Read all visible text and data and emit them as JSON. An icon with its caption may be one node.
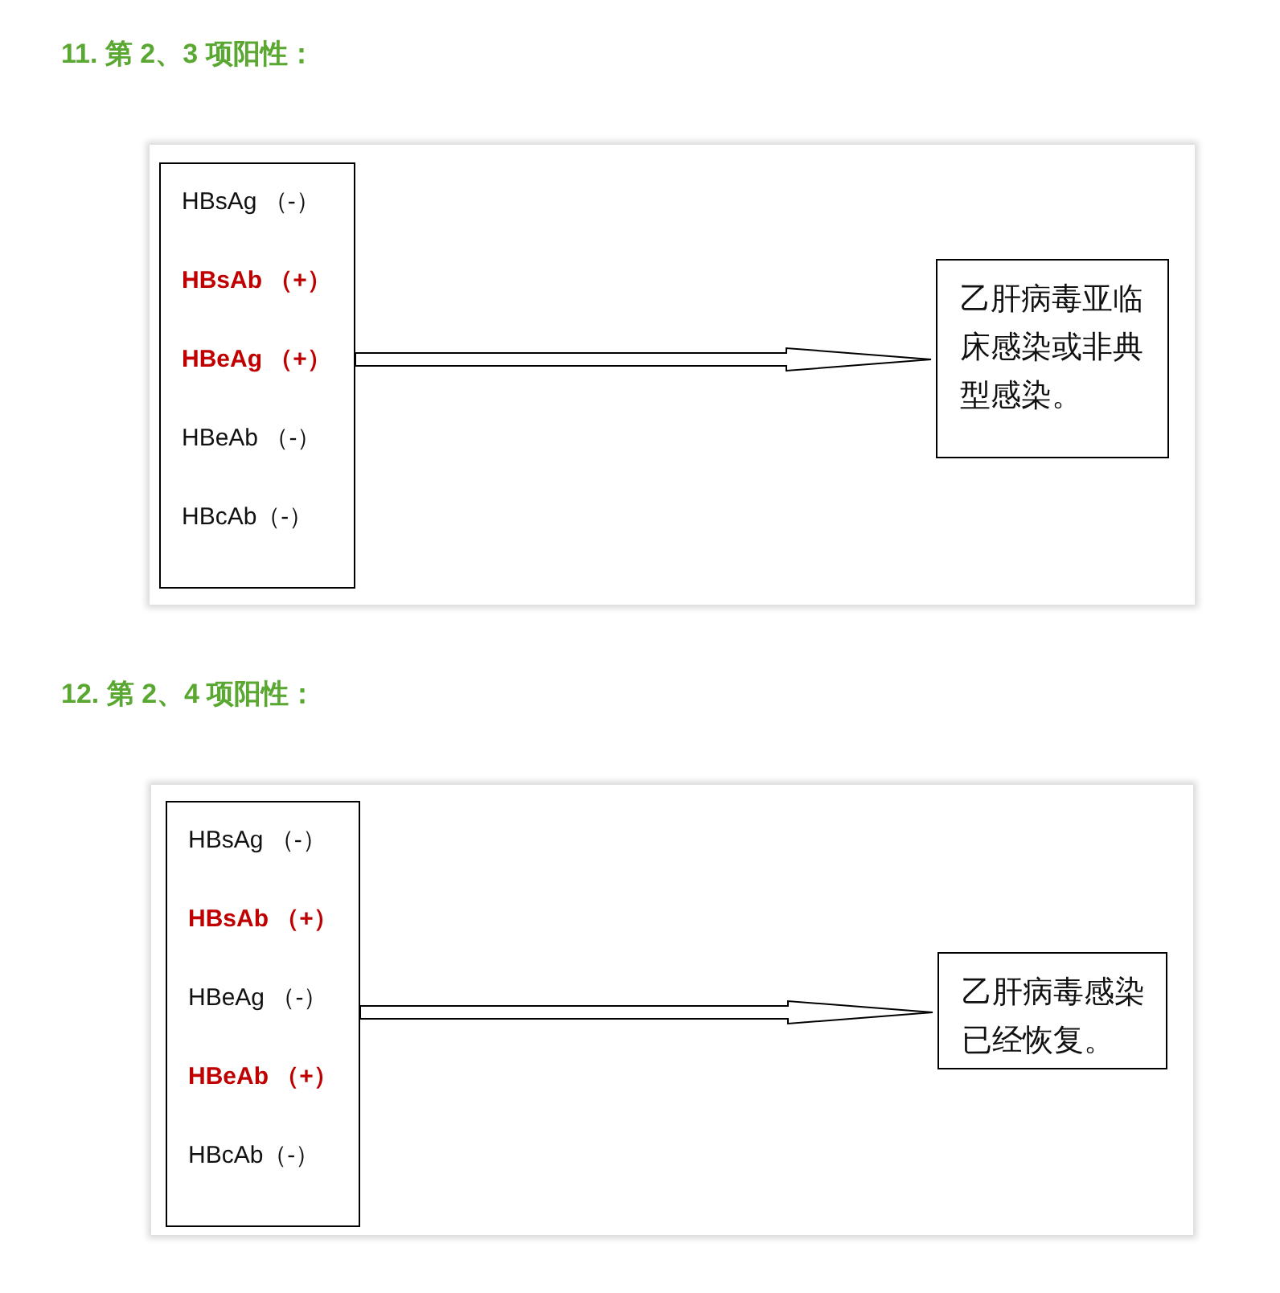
{
  "diagram": {
    "nodes": [
      {
        "text": [
          "HBsAg （-）",
          "HBsAb （+）",
          "HBeAg （+）",
          "HBeAb （-）",
          "HBcAb（-）"
        ]
      },
      {
        "text": [
          "乙肝病毒亚临床感染或非典型感染。"
        ]
      },
      {
        "text": [
          "HBsAg （-）",
          "HBsAb （+）",
          "HBeAg （-）",
          "HBeAb （+）",
          "HBcAb（-）"
        ]
      },
      {
        "text": [
          "乙肝病毒感染已经恢复。"
        ]
      }
    ],
    "edges": [
      {
        "from": 0,
        "to": 1,
        "arrow": "to"
      },
      {
        "from": 2,
        "to": 3,
        "arrow": "to"
      }
    ],
    "labels": [
      "11. 第 2、3 项阳性：",
      "12. 第 2、4 项阳性："
    ]
  }
}
